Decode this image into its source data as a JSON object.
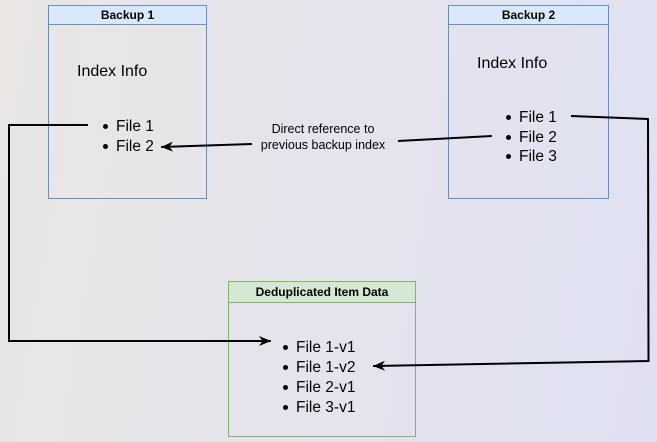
{
  "diagram": {
    "backup1": {
      "title": "Backup 1",
      "label": "Index Info",
      "files": [
        "File 1",
        "File 2"
      ]
    },
    "backup2": {
      "title": "Backup 2",
      "label": "Index Info",
      "files": [
        "File 1",
        "File 2",
        "File 3"
      ]
    },
    "dedup": {
      "title": "Deduplicated Item Data",
      "files": [
        "File 1-v1",
        "File 1-v2",
        "File 2-v1",
        "File 3-v1"
      ]
    },
    "annotation": {
      "line1": "Direct reference to",
      "line2": "previous backup index"
    },
    "colors": {
      "backup_header_fill": "#dae8fc",
      "backup_border": "#6c8ebf",
      "dedup_header_fill": "#d5e8d4",
      "dedup_border": "#82b366",
      "arrow": "#000000",
      "background_left": "#e9e6e3",
      "background_right": "#dfe0f2"
    }
  }
}
